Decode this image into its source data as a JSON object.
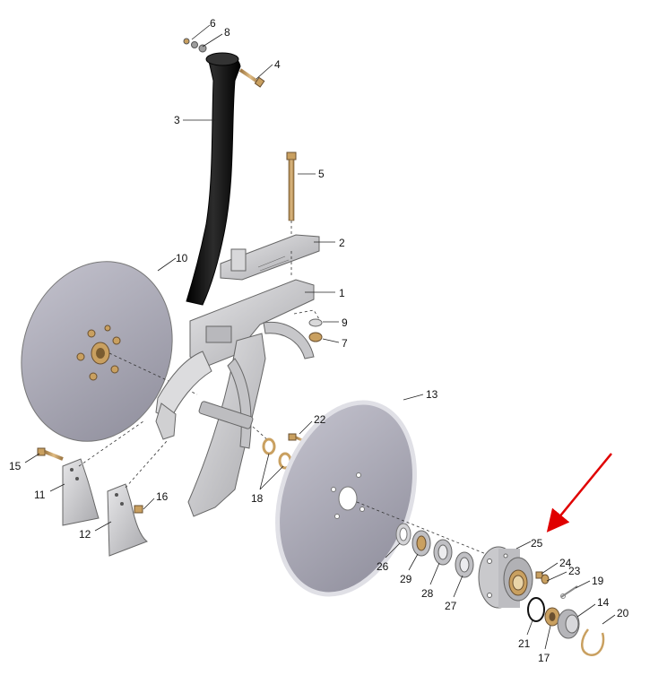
{
  "diagram": {
    "callouts": [
      "1",
      "2",
      "3",
      "4",
      "5",
      "6",
      "7",
      "8",
      "9",
      "10",
      "11",
      "12",
      "13",
      "14",
      "15",
      "16",
      "17",
      "18",
      "19",
      "20",
      "21",
      "22",
      "23",
      "24",
      "25",
      "26",
      "27",
      "28",
      "29"
    ],
    "colors": {
      "disc": "#a6a5b2",
      "disc_edge": "#d8d8de",
      "frame": "#d2d2d4",
      "shank": "#151515",
      "bolt": "#c9a060",
      "arrow": "#e00000"
    },
    "highlighted_part": "25"
  }
}
